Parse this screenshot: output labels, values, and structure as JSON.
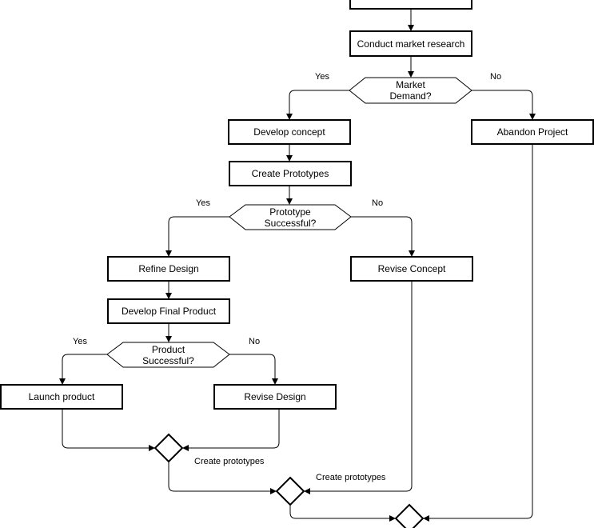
{
  "nodes": {
    "top": "",
    "market_research": "Conduct market research",
    "market_demand": "Market\nDemand?",
    "develop_concept": "Develop concept",
    "abandon_project": "Abandon Project",
    "create_prototypes": "Create Prototypes",
    "prototype_successful": "Prototype\nSuccessful?",
    "refine_design": "Refine Design",
    "revise_concept": "Revise Concept",
    "develop_final_product": "Develop Final Product",
    "product_successful": "Product\nSuccessful?",
    "launch_product": "Launch product",
    "revise_design": "Revise Design"
  },
  "edges": {
    "market_yes": "Yes",
    "market_no": "No",
    "prototype_yes": "Yes",
    "prototype_no": "No",
    "product_yes": "Yes",
    "product_no": "No",
    "merge1_out": "Create prototypes",
    "merge2_in": "Create prototypes"
  }
}
